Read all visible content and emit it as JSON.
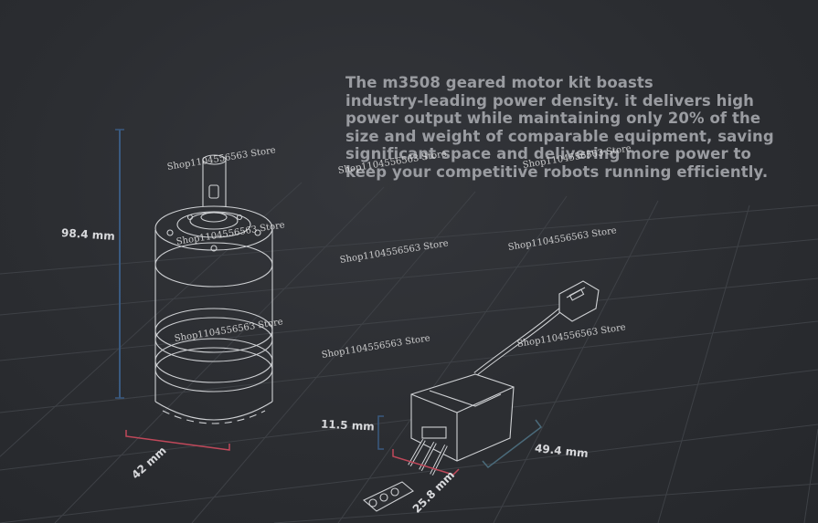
{
  "headline": {
    "lines": [
      "The m3508 geared motor kit boasts",
      "industry-leading power density. it delivers high",
      "power output while maintaining only 20% of the",
      "size and weight of comparable equipment, saving",
      "significant space and delivering more power to",
      "keep your competitive robots running efficiently."
    ]
  },
  "dimensions": {
    "motor_height": "98.4 mm",
    "motor_diameter": "42 mm",
    "esc_height": "11.5 mm",
    "esc_width": "25.8 mm",
    "esc_length": "49.4 mm"
  },
  "watermark": "Shop1104556563 Store",
  "colors": {
    "background": "#2a2c30",
    "grid": "#3f4248",
    "height_line": "#3a5a80",
    "diameter_line": "#c0485a",
    "esc_height_line": "#3a5a80",
    "esc_length_line": "#4a6a7a"
  }
}
